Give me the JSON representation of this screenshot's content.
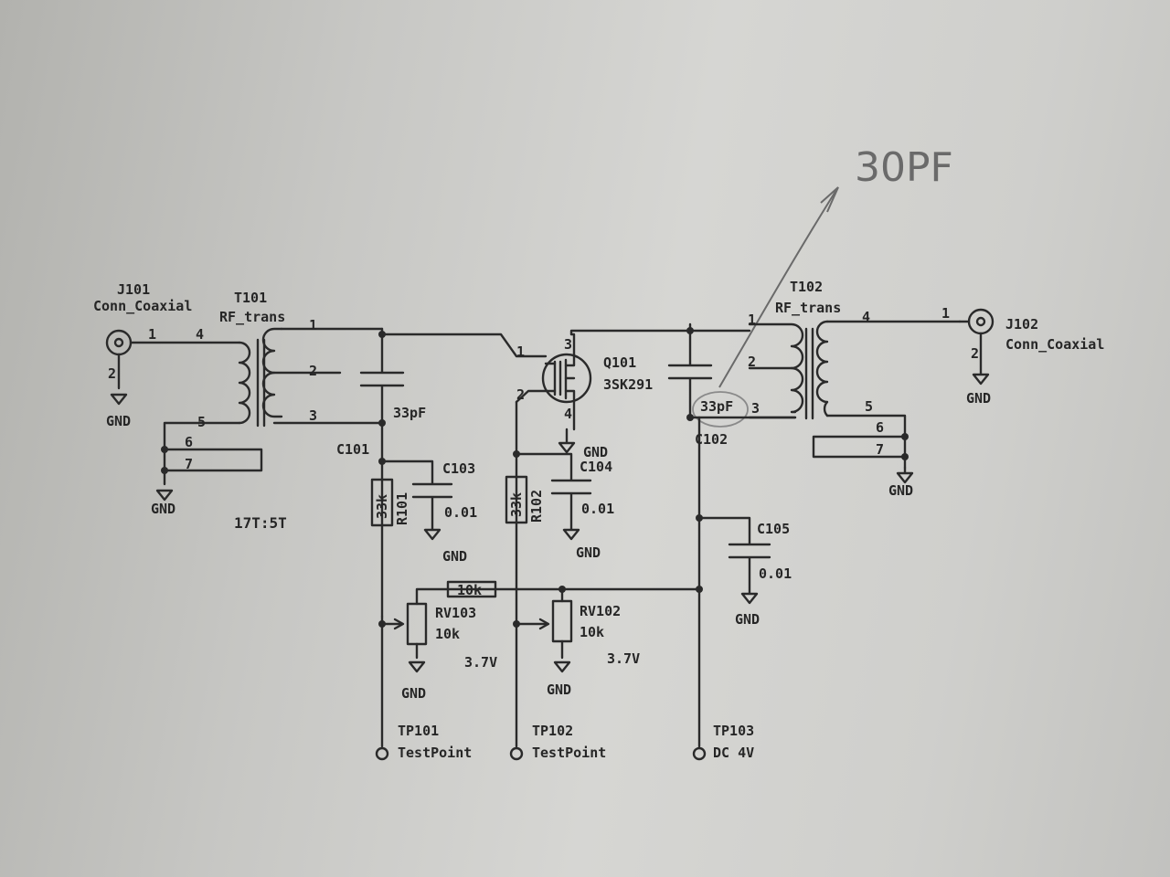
{
  "handwritten_note": "30PF",
  "j101": {
    "ref": "J101",
    "value": "Conn_Coaxial",
    "pin1": "1",
    "pin2": "2"
  },
  "t101": {
    "ref": "T101",
    "value": "RF_trans",
    "p1": "1",
    "p2": "2",
    "p3": "3",
    "p4": "4",
    "p5": "5",
    "p6": "6",
    "p7": "7",
    "ratio": "17T:5T"
  },
  "c101": {
    "ref": "C101",
    "value": "33pF"
  },
  "c103": {
    "ref": "C103",
    "value": "0.01"
  },
  "r101": {
    "ref": "R101",
    "value": "33k"
  },
  "q101": {
    "ref": "Q101",
    "value": "3SK291",
    "p1": "1",
    "p2": "2",
    "p3": "3",
    "p4": "4"
  },
  "r102": {
    "ref": "R102",
    "value": "33k"
  },
  "c104": {
    "ref": "C104",
    "value": "0.01"
  },
  "c102": {
    "ref": "C102",
    "value": "33pF"
  },
  "c105": {
    "ref": "C105",
    "value": "0.01"
  },
  "r_top": {
    "value": "10k"
  },
  "rv101": {
    "ref": "RV103",
    "value": "10k",
    "voltage": "3.7V"
  },
  "rv102": {
    "ref": "RV102",
    "value": "10k",
    "voltage": "3.7V"
  },
  "t102": {
    "ref": "T102",
    "value": "RF_trans",
    "p1": "1",
    "p2": "2",
    "p3": "3",
    "p4": "4",
    "p5": "5",
    "p6": "6",
    "p7": "7"
  },
  "j102": {
    "ref": "J102",
    "value": "Conn_Coaxial",
    "pin1": "1",
    "pin2": "2"
  },
  "tp101": {
    "ref": "TP101",
    "value": "TestPoint"
  },
  "tp102": {
    "ref": "TP102",
    "value": "TestPoint"
  },
  "tp103": {
    "ref": "TP103",
    "value": "DC 4V"
  },
  "gnd": "GND"
}
